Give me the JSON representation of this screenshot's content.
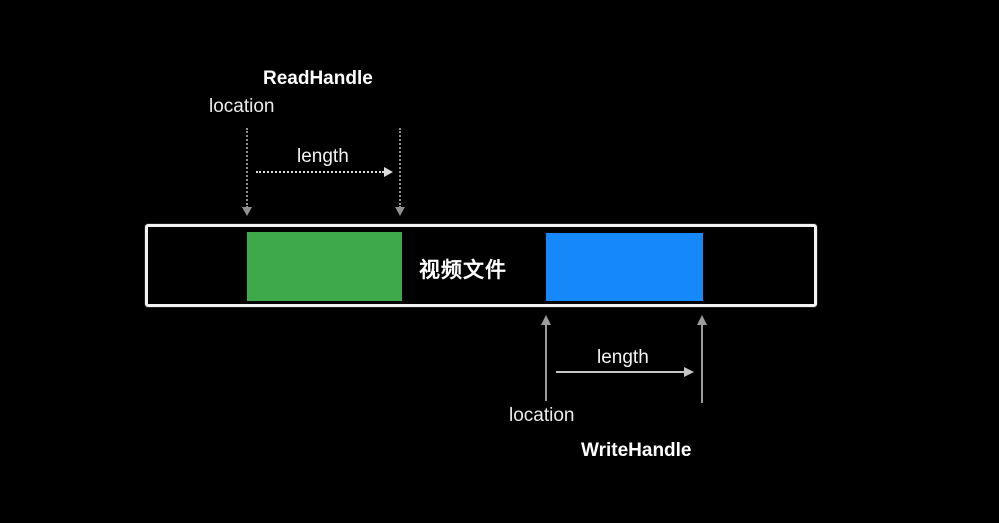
{
  "canvas": {
    "background": "#000000"
  },
  "read_handle": {
    "title": "ReadHandle",
    "location_label": "location",
    "length_label": "length"
  },
  "file_bar": {
    "label": "视频文件",
    "border_color": "#F3F3F3",
    "read_block_color": "#3EA94B",
    "write_block_color": "#1589FA"
  },
  "write_handle": {
    "title": "WriteHandle",
    "location_label": "location",
    "length_label": "length"
  }
}
